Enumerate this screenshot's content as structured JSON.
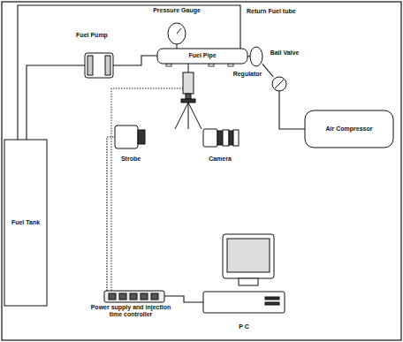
{
  "diagram": {
    "nodes": [
      {
        "text": [
          "Pressure Gauge"
        ]
      },
      {
        "text": [
          "Fuel Pump"
        ]
      },
      {
        "text": [
          "Fuel Pipe"
        ]
      },
      {
        "text": [
          "Regulator"
        ]
      },
      {
        "text": [
          "Ball Valve"
        ]
      },
      {
        "text": [
          "Strobe"
        ]
      },
      {
        "text": [
          "Camera"
        ]
      },
      {
        "text": [
          "Fuel Tank"
        ]
      },
      {
        "text": [
          "Air Compressor"
        ]
      },
      {
        "text": [
          "Power supply and injection time controller"
        ]
      },
      {
        "text": [
          "P C"
        ]
      }
    ],
    "edges": [
      {
        "from": 7,
        "to": 1,
        "arrow": "none"
      },
      {
        "from": 1,
        "to": 2,
        "arrow": "none"
      },
      {
        "from": 2,
        "to": 3,
        "arrow": "none"
      },
      {
        "from": 3,
        "to": 4,
        "arrow": "none"
      },
      {
        "from": 4,
        "to": 8,
        "arrow": "none"
      },
      {
        "from": 2,
        "to": 7,
        "label": "Return Fuel tube",
        "arrow": "none"
      },
      {
        "from": 9,
        "to": 10,
        "arrow": "none"
      },
      {
        "from": 9,
        "to": 5,
        "arrow": "none"
      }
    ]
  }
}
